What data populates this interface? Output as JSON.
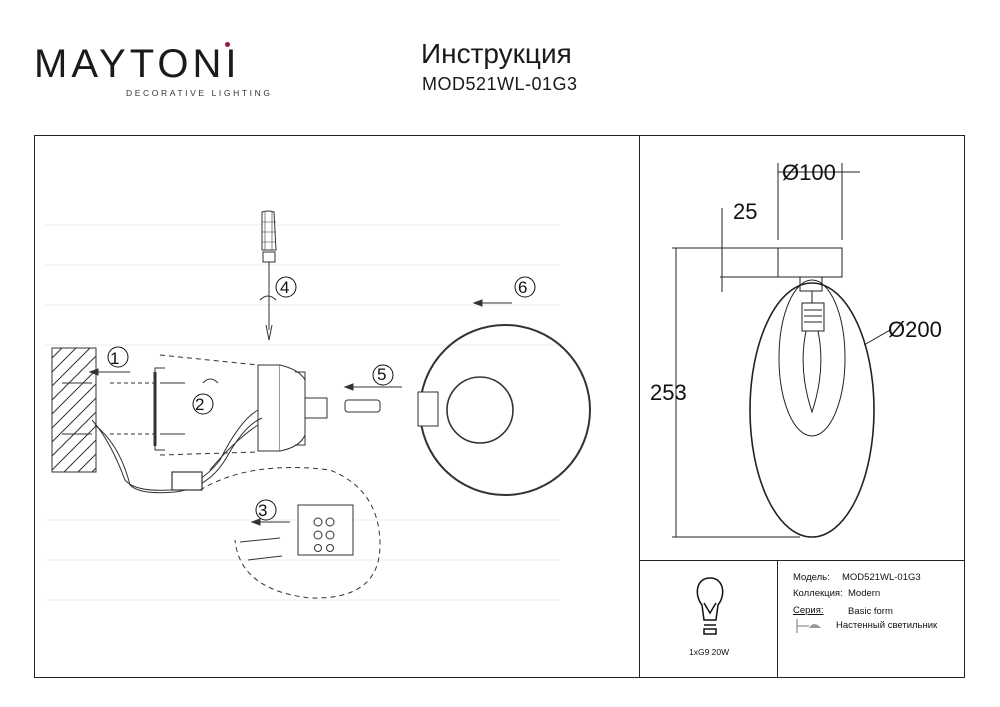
{
  "brand": {
    "name": "MAYTONI",
    "tagline": "DECORATIVE LIGHTING",
    "accent": "#8a1a4a"
  },
  "header": {
    "title": "Инструкция",
    "model": "MOD521WL-01G3"
  },
  "steps": [
    "1",
    "2",
    "3",
    "4",
    "5",
    "6"
  ],
  "dimensions": {
    "diameter_top": "Ø100",
    "offset": "25",
    "height": "253",
    "diameter_shade": "Ø200"
  },
  "bulb": {
    "label": "1xG9 20W"
  },
  "specs": {
    "model_label": "Модель:",
    "model_value": "MOD521WL-01G3",
    "collection_label": "Коллекция:",
    "collection_value": "Modern",
    "series_label": "Серия:",
    "series_value": "Basic form",
    "type_value": "Настенный светильник"
  },
  "icons": [
    "bulb-icon",
    "wall-lamp-icon",
    "screwdriver-icon",
    "rotate-arrow-icon"
  ]
}
